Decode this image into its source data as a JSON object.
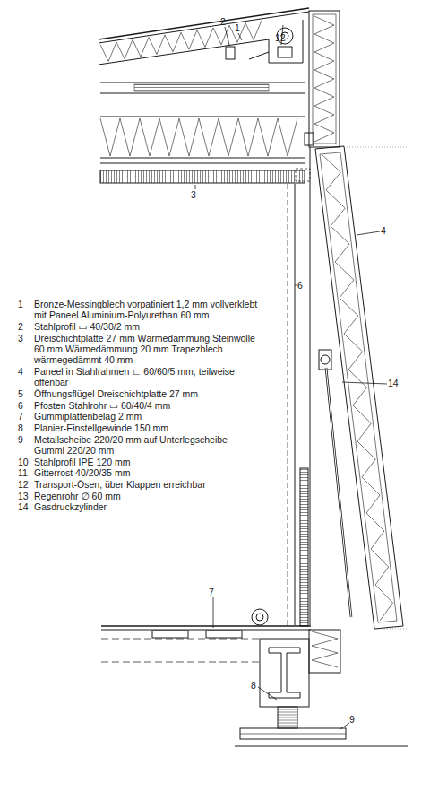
{
  "diagram": {
    "labels": [
      "2",
      "1",
      "12",
      "3",
      "6",
      "4",
      "14",
      "7",
      "8",
      "9",
      "1",
      "Bronze-Messingblech vorpatiniert 1,2 mm vollverklebt mit Paneel Aluminium-Polyurethan 60 mm",
      "2",
      "Stahlprofil ▭ 40/30/2 mm",
      "3",
      "Dreischichtplatte 27 mm Wärmedämmung Steinwolle 60 mm Wärmedämmung 20 mm Trapezblech wärmegedämmt 40 mm",
      "4",
      "Paneel in Stahlrahmen ∟ 60/60/5 mm, teilweise öffenbar",
      "5",
      "Öffnungsflügel Dreischichtplatte 27 mm",
      "6",
      "Pfosten Stahlrohr ▭ 60/40/4 mm",
      "7",
      "Gummiplattenbelag 2 mm",
      "8",
      "Planier-Einstellgewinde 150 mm",
      "9",
      "Metallscheibe 220/20 mm auf Unterlegscheibe Gummi 220/20 mm",
      "10",
      "Stahlprofil IPE 120 mm",
      "11",
      "Gitterrost 40/20/35 mm",
      "12",
      "Transport-Ösen, über Klappen erreichbar",
      "13",
      "Regenrohr ∅ 60 mm",
      "14",
      "Gasdruckzylinder"
    ]
  }
}
